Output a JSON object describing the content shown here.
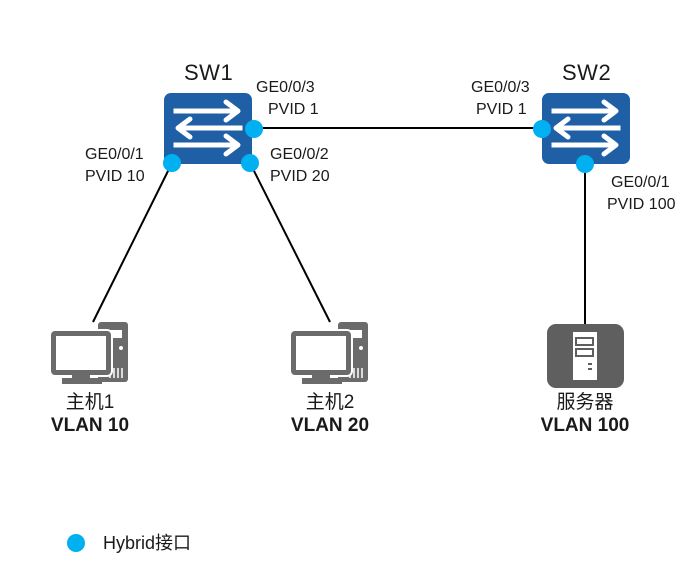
{
  "colors": {
    "switch_blue": "#1f5fa6",
    "hybrid_port": "#00b0f0",
    "device_gray": "#6b6b6b",
    "link": "#000000"
  },
  "switches": [
    {
      "name": "SW1",
      "icon": "switch-icon",
      "ports": [
        {
          "port": "GE0/0/3",
          "pvid": "PVID 1"
        },
        {
          "port": "GE0/0/1",
          "pvid": "PVID 10"
        },
        {
          "port": "GE0/0/2",
          "pvid": "PVID 20"
        }
      ]
    },
    {
      "name": "SW2",
      "icon": "switch-icon",
      "ports": [
        {
          "port": "GE0/0/3",
          "pvid": "PVID 1"
        },
        {
          "port": "GE0/0/1",
          "pvid": "PVID 100"
        }
      ]
    }
  ],
  "hosts": [
    {
      "name": "主机1",
      "vlan": "VLAN 10",
      "icon": "pc-icon"
    },
    {
      "name": "主机2",
      "vlan": "VLAN 20",
      "icon": "pc-icon"
    },
    {
      "name": "服务器",
      "vlan": "VLAN 100",
      "icon": "server-icon"
    }
  ],
  "legend": {
    "label": "Hybrid接口",
    "icon": "hybrid-port-dot"
  }
}
